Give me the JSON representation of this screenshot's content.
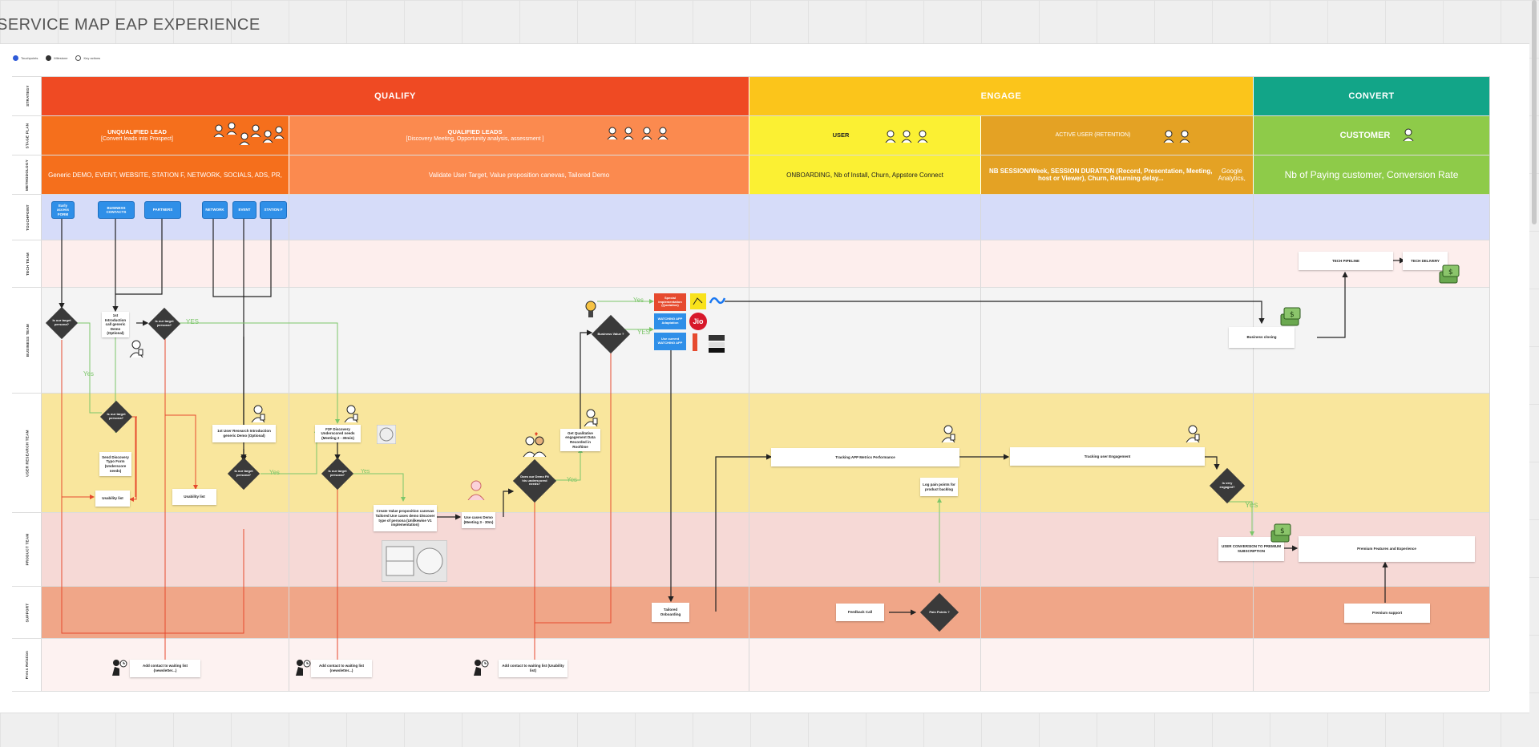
{
  "title": "SERVICE MAP EAP EXPERIENCE",
  "legend": [
    {
      "label": "Touchpoints",
      "color": "#2f5bd8"
    },
    {
      "label": "Milestone",
      "color": "#333333"
    },
    {
      "label": "Key actions",
      "color": "#ffffff"
    }
  ],
  "lanes": [
    "STRATEGY",
    "STAGE PLAN",
    "METHODOLOGY",
    "TOUCHPOINT",
    "TECH TEAM",
    "BUSINESS TEAM",
    "USER RESEARCH TEAM",
    "PRODUCT TEAM",
    "SUPPORT",
    "Press Relation"
  ],
  "phases": {
    "qualify": "QUALIFY",
    "engage": "ENGAGE",
    "convert": "CONVERT"
  },
  "stages": {
    "unqualified_title": "UNQUALIFIED LEAD",
    "unqualified_sub": "[Convert leads into Prospect]",
    "qualified_title": "QUALIFIED LEADS",
    "qualified_sub": "[Discovery Meeting, Opportunity analysis, assessment ]",
    "user": "USER",
    "active_user": "ACTIVE USER (RETENTION)",
    "customer": "CUSTOMER"
  },
  "methodology": {
    "m1": "Generic DEMO, EVENT, WEBSITE,  STATION F, NETWORK, SOCIALS, ADS, PR,",
    "m2": "Validate User Target, Value proposition canevas, Tailored Demo",
    "m3": "ONBOARDING, Nb of Install, Churn,  Appstore Connect",
    "m4_bold": "NB SESSION/Week,    SESSION DURATION (Record, Presentation, Meeting, host or Viewer), Churn, Returning delay...",
    "m4_rest": " Google Analytics,",
    "m5": "Nb of Paying customer, Conversion Rate"
  },
  "touchpoints": {
    "t1": "Early access FORM",
    "t2": "BUSINESS CONTACTS",
    "t3": "PARTNERS",
    "t4": "NETWORK",
    "t5": "EVENT",
    "t6": "STATION F"
  },
  "tech": {
    "pipeline": "TECH PIPELINE",
    "delivery": "TECH DELIVERY"
  },
  "business": {
    "d1": "Is our target persona?",
    "intro": "1st Introduction call generic Demo (Optional)",
    "d2": "Is our target persona?",
    "d3": "Business Value ?",
    "special": "Special implementation (Quotation)",
    "watching": "WATCHING APP Adaptation",
    "use_current": "Use current WATCHING APP",
    "closing": "Business closing"
  },
  "research": {
    "d1": "Is our target persona?",
    "send": "Send Discovery Typo Form (Underscore needs)",
    "usability1": "Usability list",
    "usability2": "Usability list",
    "ur_intro": "1st User Research Introduction generic Demo (Optional)",
    "d2": "Is our target persona?",
    "discovery": "F2F Discovery Underscored needs (Meeting 2 - 30min)",
    "d3": "Is our target persona?",
    "d4": "Does our Demo Fit his underscored needs?",
    "get_qual": "Get Qualitative engagement Data Recorded in Rooftime",
    "tracking_app": "Tracking APP Metrics Performance",
    "tracking_user": "Tracking user Engagement",
    "log_pain": "Log pain points for product backlog",
    "d5": "Is very engaged?"
  },
  "product": {
    "create": "Create Value proposition canevas Tailored Use cases demo Discover type of persona (Unlikewise V1 implementation)",
    "use_cases": "Use cases Demo (Meeting 3 - 30m)",
    "conversion": "USER CONVERSION TO PREMIUM SUBSCRIPTION",
    "premium_features": "Premium Features and Experience"
  },
  "support": {
    "tailored": "Tailored Onboarding",
    "feedback": "Feedback Call",
    "pain": "Pain Points ?",
    "premium_support": "Premium support"
  },
  "press": {
    "add1": "Add contact to waiting list (newsletter...)",
    "add2": "Add contact to waiting list (newsletter...)",
    "add3": "Add contact to waiting list (Usability list)"
  },
  "yes_labels": {
    "y1": "Yes",
    "y2": "YES",
    "y3": "Yes",
    "y4": "YES",
    "y5": "Yes",
    "y6": "Yes",
    "y7": "Yes",
    "y8": "Yes"
  },
  "logos": {
    "jio": "Jio"
  },
  "colors": {
    "qualify": "#ef4a23",
    "engage": "#fbc51b",
    "convert": "#12a588",
    "unqualified": "#f56f1c",
    "qualified": "#fb8a4f",
    "user": "#fbf033",
    "active_user": "#e4a224",
    "customer": "#8ecb49",
    "touchpoint": "#d6dcf9",
    "tech": "#fdeeed",
    "business": "#f4f4f4",
    "research": "#f9e69d",
    "product": "#f6d9d6",
    "support": "#f0a688",
    "press": "#fdf2f1",
    "arrow_black": "#222222",
    "arrow_green": "#7cc66a",
    "arrow_red": "#e64a2e"
  }
}
